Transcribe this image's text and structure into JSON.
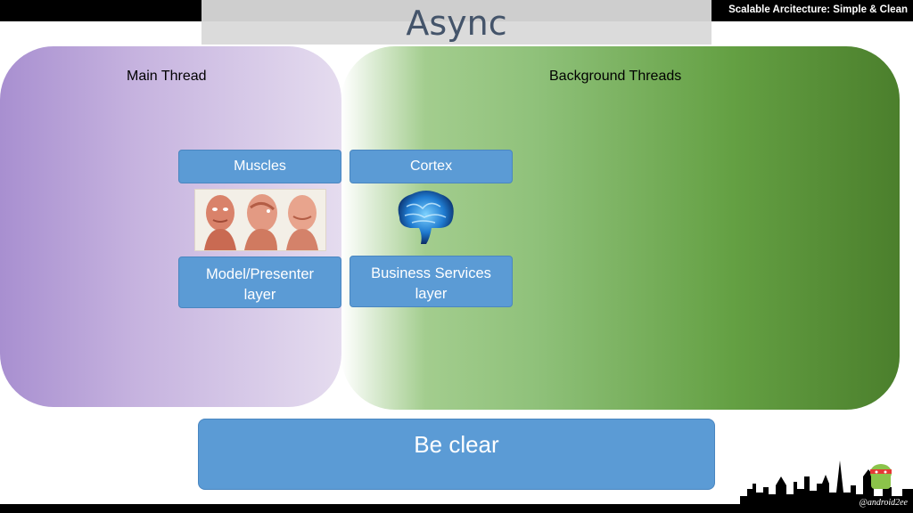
{
  "header": {
    "presentation_title": "Scalable Arcitecture: Simple & Clean",
    "slide_title": "Async"
  },
  "panels": {
    "main_thread": {
      "label": "Main Thread"
    },
    "background_threads": {
      "label": "Background Threads"
    }
  },
  "chips": {
    "muscles": "Muscles",
    "cortex": "Cortex",
    "model_presenter": [
      "Model/Presenter",
      "layer"
    ],
    "business_services": [
      "Business Services",
      "layer"
    ]
  },
  "banner": {
    "text": "Be clear"
  },
  "footer": {
    "handle": "@android2ee"
  },
  "icons": {
    "muscles_image": "anatomy-muscles-heads",
    "brain_image": "blue-brain",
    "skyline_image": "paris-skyline-android"
  },
  "colors": {
    "chip_blue": "#5b9bd5",
    "main_thread_purple": "#a88fd0",
    "background_green": "#4b7f2c"
  }
}
